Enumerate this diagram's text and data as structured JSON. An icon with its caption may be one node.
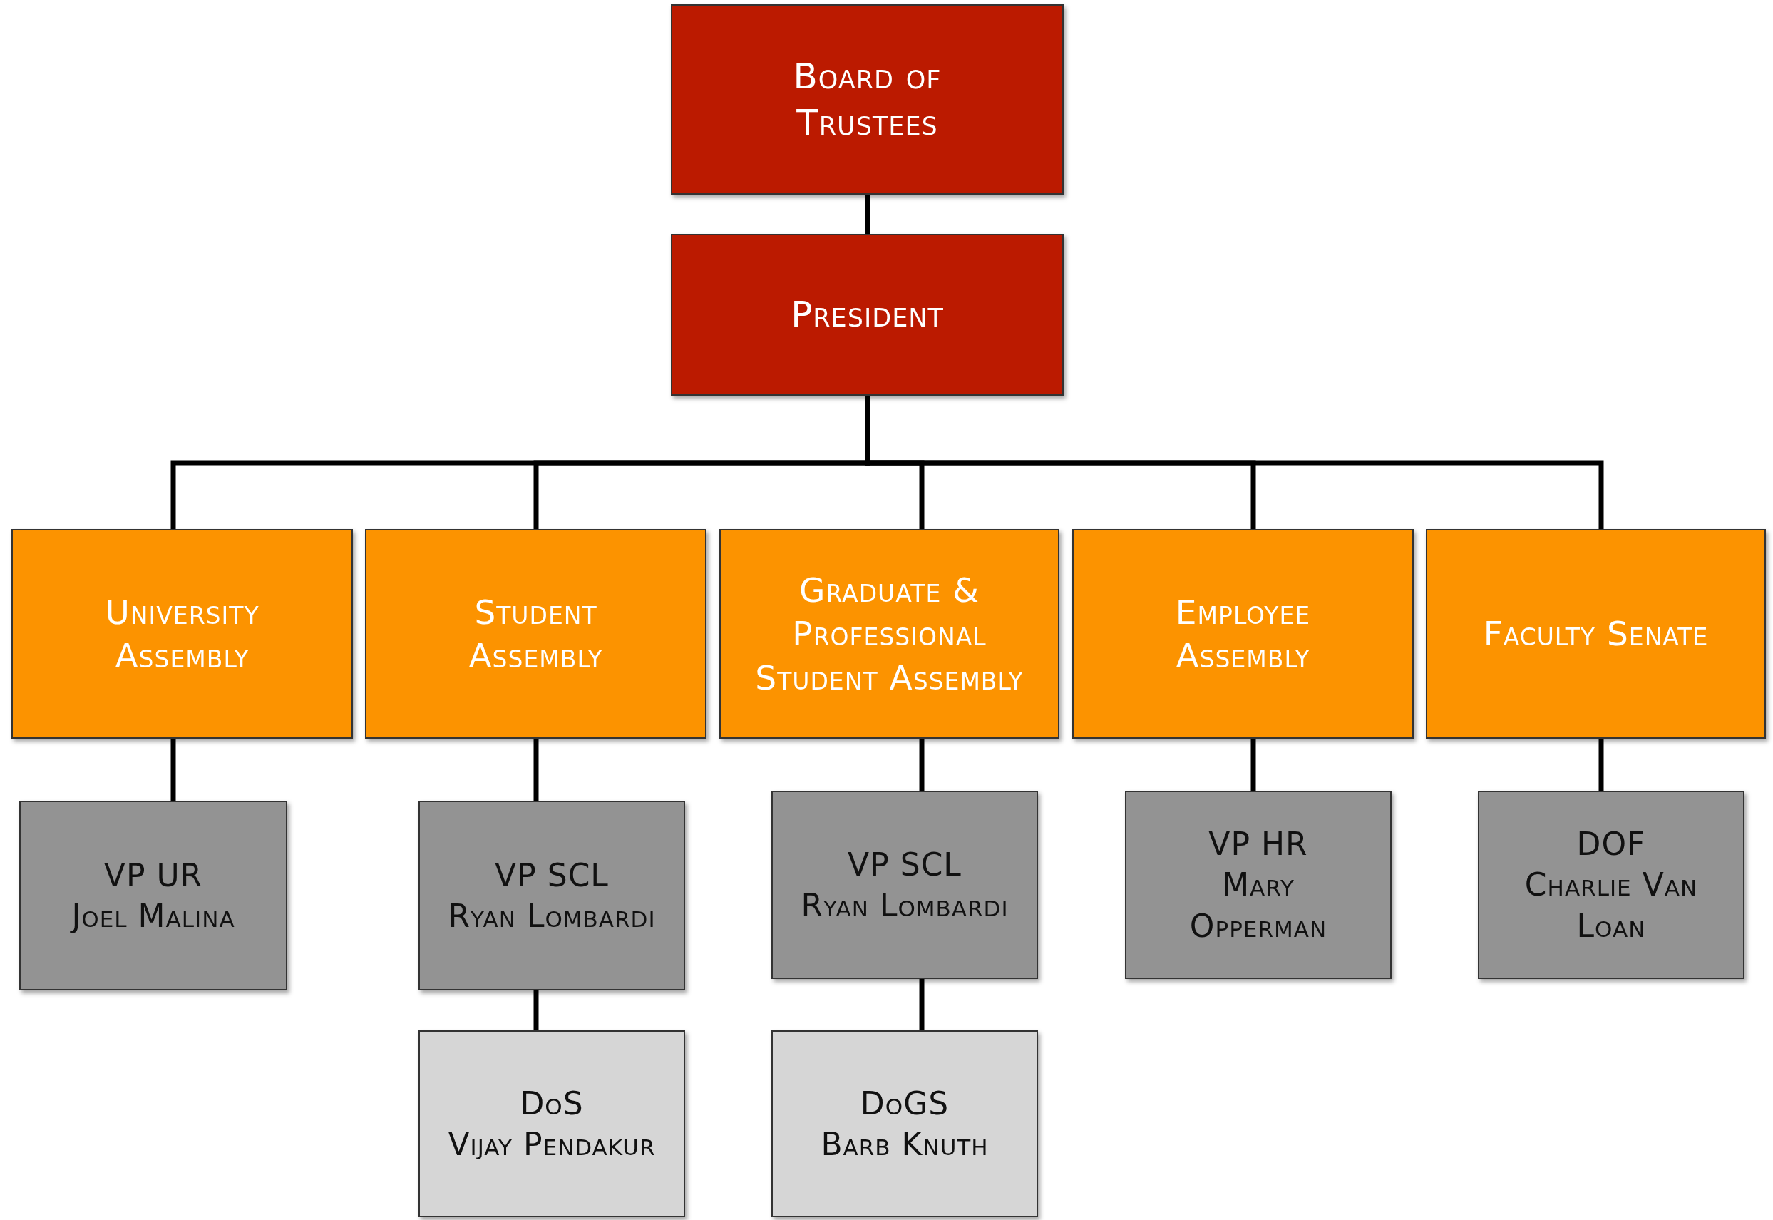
{
  "diagram": {
    "nodes": [
      {
        "text": [
          "Board of Trustees"
        ]
      },
      {
        "text": [
          "President"
        ]
      },
      {
        "text": [
          "University Assembly"
        ]
      },
      {
        "text": [
          "Student Assembly"
        ]
      },
      {
        "text": [
          "Graduate & Professional Student Assembly"
        ]
      },
      {
        "text": [
          "Employee Assembly"
        ]
      },
      {
        "text": [
          "Faculty Senate"
        ]
      },
      {
        "text": [
          "VP UR",
          "Joel Malina"
        ]
      },
      {
        "text": [
          "VP SCL",
          "Ryan Lombardi"
        ]
      },
      {
        "text": [
          "VP SCL",
          "Ryan Lombardi"
        ]
      },
      {
        "text": [
          "VP HR",
          "Mary Opperman"
        ]
      },
      {
        "text": [
          "DOF",
          "Charlie Van Loan"
        ]
      },
      {
        "text": [
          "DoS",
          "Vijay Pendakur"
        ]
      },
      {
        "text": [
          "DoGS",
          "Barb Knuth"
        ]
      }
    ],
    "edges": [
      {
        "from": 0,
        "to": 1,
        "arrow": "none"
      },
      {
        "from": 1,
        "to": 2,
        "arrow": "none"
      },
      {
        "from": 1,
        "to": 3,
        "arrow": "none"
      },
      {
        "from": 1,
        "to": 4,
        "arrow": "none"
      },
      {
        "from": 1,
        "to": 5,
        "arrow": "none"
      },
      {
        "from": 1,
        "to": 6,
        "arrow": "none"
      },
      {
        "from": 2,
        "to": 7,
        "arrow": "none"
      },
      {
        "from": 3,
        "to": 8,
        "arrow": "none"
      },
      {
        "from": 4,
        "to": 9,
        "arrow": "none"
      },
      {
        "from": 5,
        "to": 10,
        "arrow": "none"
      },
      {
        "from": 6,
        "to": 11,
        "arrow": "none"
      },
      {
        "from": 8,
        "to": 12,
        "arrow": "none"
      },
      {
        "from": 9,
        "to": 13,
        "arrow": "none"
      }
    ]
  }
}
